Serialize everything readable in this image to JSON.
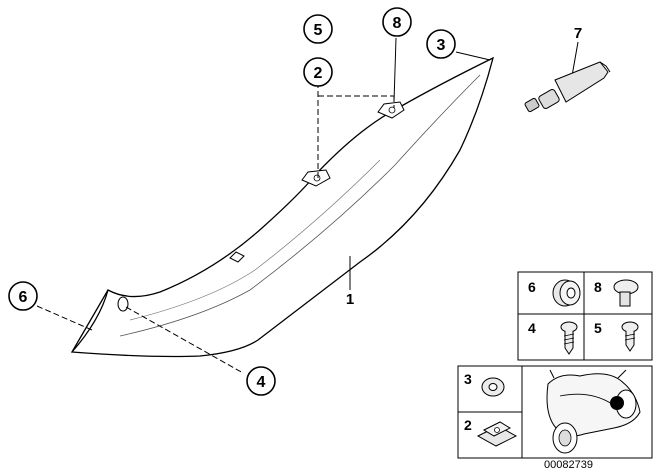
{
  "diagram": {
    "callouts": {
      "c5": "5",
      "c2": "2",
      "c8": "8",
      "c3": "3",
      "c6": "6",
      "c4": "4"
    },
    "labels": {
      "l7": "7",
      "l1": "1"
    },
    "legend": {
      "g6": "6",
      "g8": "8",
      "g4": "4",
      "g5": "5",
      "g3": "3",
      "g2": "2"
    },
    "diagram_id": "00082739"
  }
}
